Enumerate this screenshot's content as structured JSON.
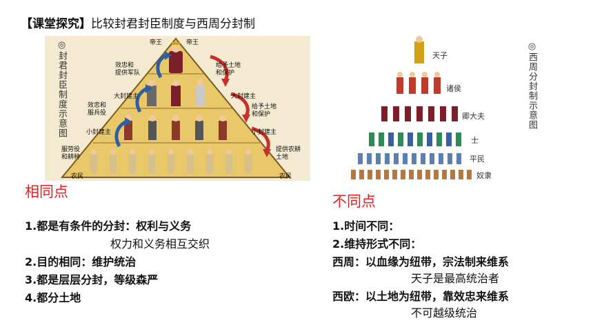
{
  "title": {
    "bracket_text": "【课堂探究】",
    "rest_text": "比较封君封臣制度与西周分封制"
  },
  "left_diagram": {
    "caption": "◎封君封臣制度示意图",
    "levels": {
      "king": "帝王",
      "king_right": "帝王",
      "great_lord": "大封建主",
      "great_lord_right": "大封建主",
      "small_lord": "小封建主",
      "small_lord_right": "小封建主",
      "peasant": "农民",
      "peasant_right": "农民"
    },
    "arrows_left": {
      "top": "效忠和\n提供军队",
      "mid": "效忠和\n服兵役",
      "bottom": "服劳役\n和耕种"
    },
    "arrows_right": {
      "top": "给予土地\n和保护",
      "mid": "给予土地\n和保护",
      "bottom": "提供农耕\n土地"
    }
  },
  "right_diagram": {
    "caption": "◎西周分封制示意图",
    "levels": [
      "天子",
      "诸侯",
      "卿大夫",
      "士",
      "平民",
      "奴隶"
    ]
  },
  "same": {
    "heading": "相同点",
    "items": [
      "1.都是有条件的分封：权利与义务",
      "2.目的相同：维护统治",
      "3.都是层层分封，等级森严",
      "4.都分土地"
    ],
    "item1_sub": "权力和义务相互交织"
  },
  "diff": {
    "heading": "不同点",
    "items": [
      "1.时间不同：",
      "2.维持形式不同：",
      "西周：以血缘为纽带，宗法制来维系",
      "西欧：以土地为纽带，靠效忠来维系"
    ],
    "xizhou_sub": "天子是最高统治者",
    "xiou_sub": "不可越级统治"
  },
  "colors": {
    "heading_red": "#e02020",
    "pyramid_fill": "#e9c86a",
    "arrow_blue": "#2d5fa6",
    "arrow_red": "#c4312a"
  }
}
